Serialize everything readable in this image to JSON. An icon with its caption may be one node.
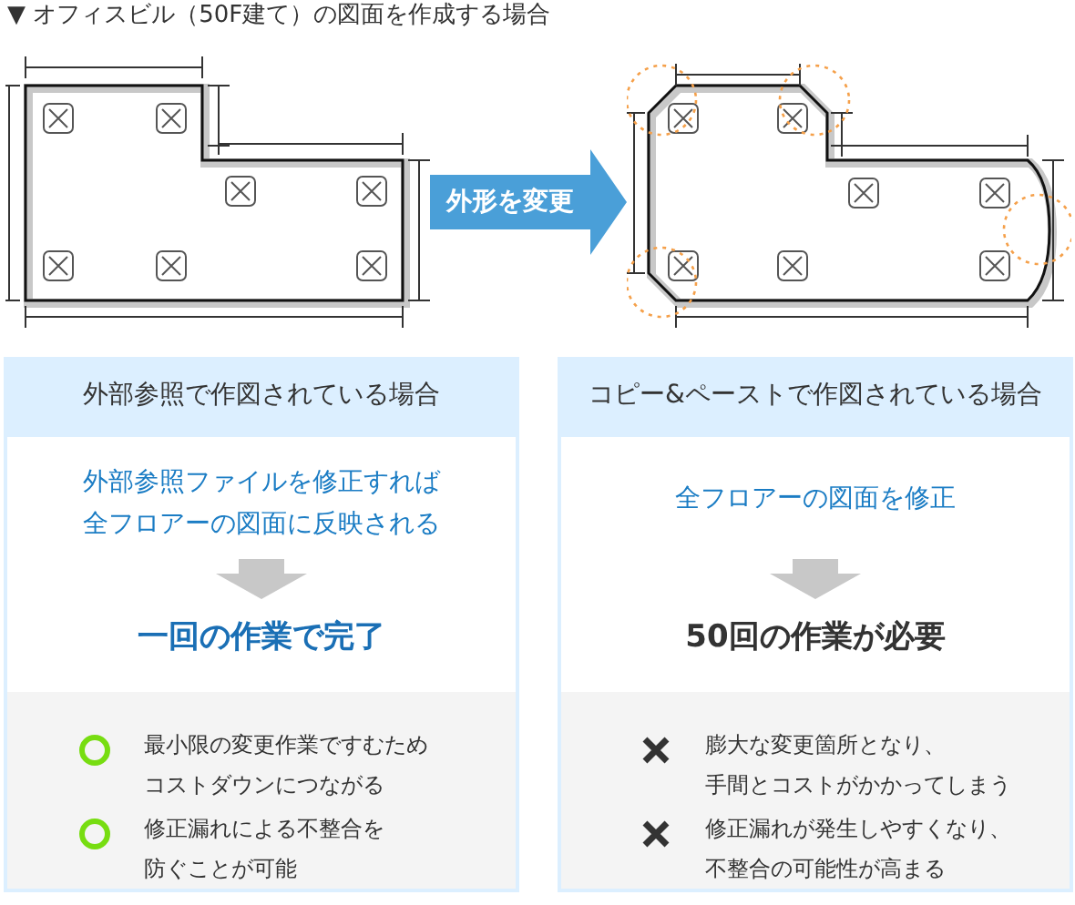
{
  "diagram": {
    "title": "▼ オフィスビル（50F建て）の図面を作成する場合",
    "nodes": [
      {
        "text": [],
        "shape": "picture"
      },
      {
        "text": [],
        "shape": "picture"
      },
      {
        "text": [
          "外部参照で作図されている場合"
        ]
      },
      {
        "text": [
          "外部参照ファイルを修正すれば全フロアーの図面に反映される"
        ],
        "in": 2
      },
      {
        "text": [
          "一回の作業で完了"
        ],
        "in": 2
      },
      {
        "text": [
          "最小限の変更作業ですむためコストダウンにつながる",
          "修正漏れによる不整合を防ぐことが可能"
        ],
        "in": 2
      },
      {
        "text": [
          "コピー&ペーストで作図されている場合"
        ]
      },
      {
        "text": [
          "全フロアーの図面を修正"
        ],
        "in": 6
      },
      {
        "text": [
          "50回の作業が必要"
        ],
        "in": 6
      },
      {
        "text": [
          "膨大な変更箇所となり、手間とコストがかかってしまう",
          "修正漏れが発生しやすくなり、不整合の可能性が高まる"
        ],
        "in": 6
      }
    ],
    "edges": [
      {
        "from": 0,
        "to": 1,
        "arrow": "to",
        "label": "外形を変更",
        "color": "#4a9fd8"
      },
      {
        "from": 3,
        "to": 4,
        "arrow": "to"
      },
      {
        "from": 7,
        "to": 8,
        "arrow": "to"
      }
    ]
  }
}
